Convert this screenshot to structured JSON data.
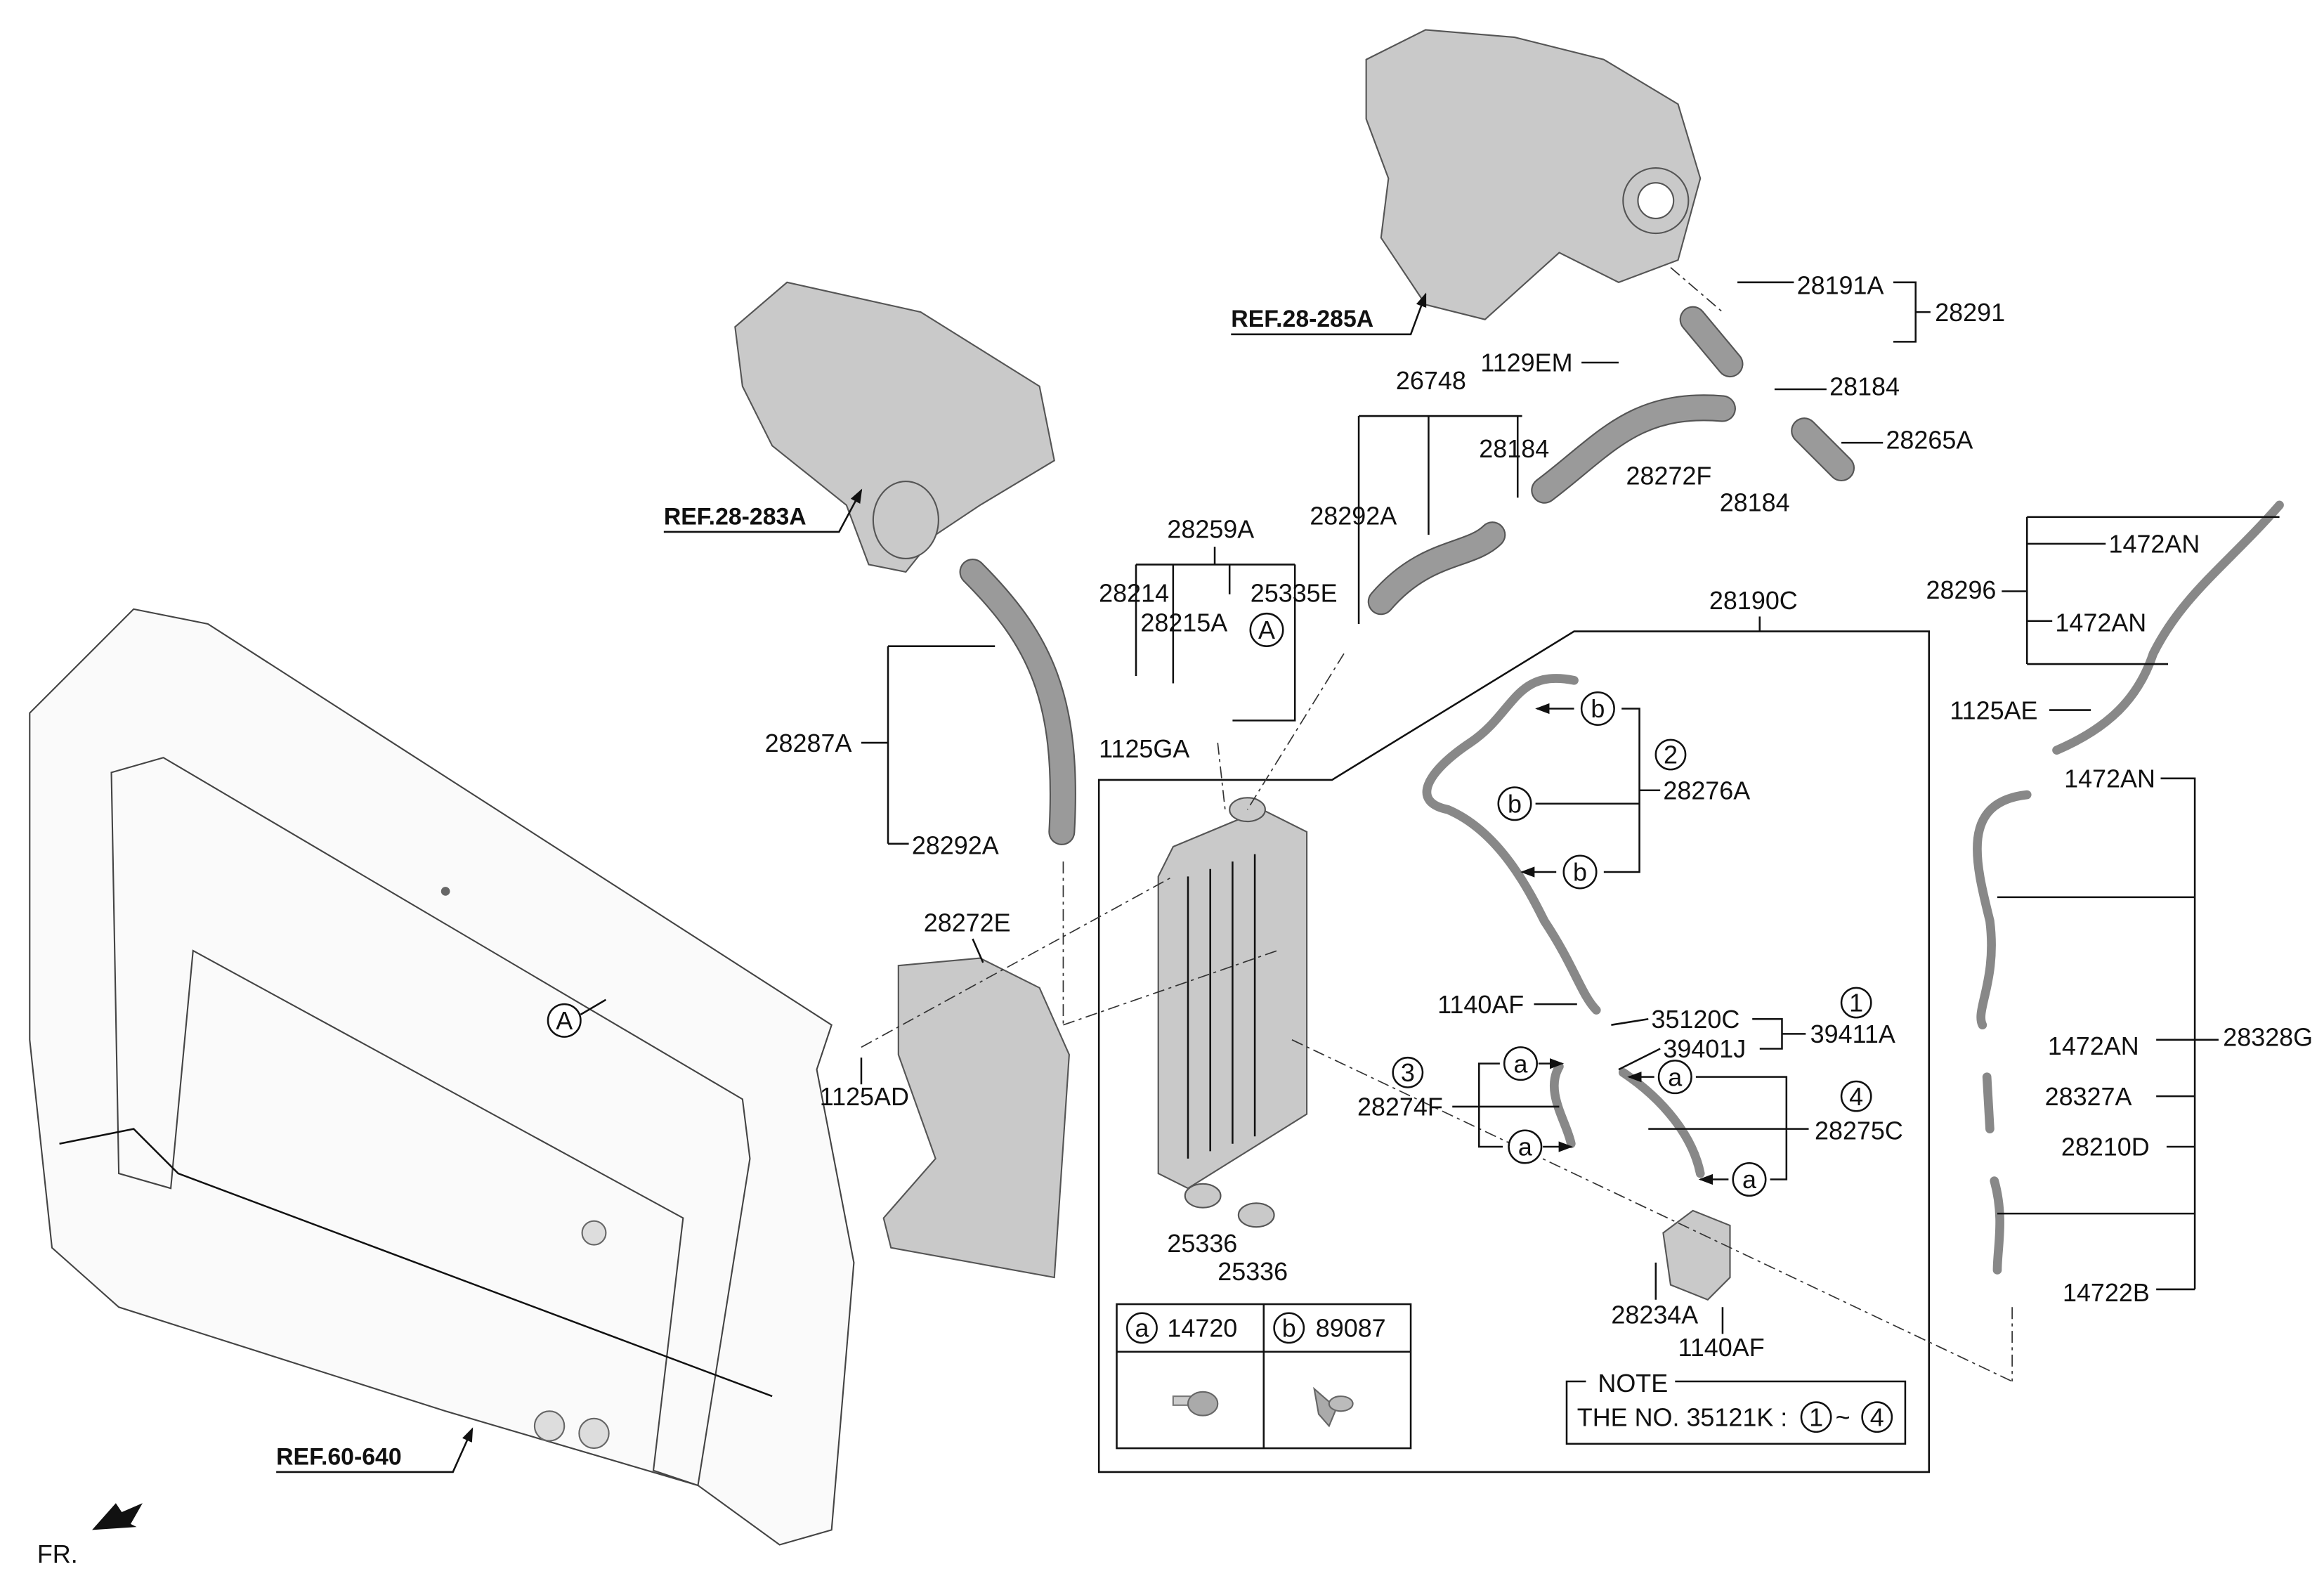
{
  "refs": {
    "turbo": "REF.28-285A",
    "manifold": "REF.28-283A",
    "carrier": "REF.60-640",
    "front": "FR."
  },
  "labels": {
    "l28191A": "28191A",
    "l28291": "28291",
    "l1129EM": "1129EM",
    "l26748": "26748",
    "l28184a": "28184",
    "l28184b": "28184",
    "l28184c": "28184",
    "l28265A": "28265A",
    "l28272F": "28272F",
    "l28259A": "28259A",
    "l28292Aa": "28292A",
    "l28292Ab": "28292A",
    "l1472ANa": "1472AN",
    "l1472ANb": "1472AN",
    "l1472ANc": "1472AN",
    "l1472ANd": "1472AN",
    "l28296": "28296",
    "l28214": "28214",
    "l25335E": "25335E",
    "l28215A": "28215A",
    "l28190C": "28190C",
    "l1125AE": "1125AE",
    "l28287A": "28287A",
    "l1125GA": "1125GA",
    "l28276A": "28276A",
    "l28272E": "28272E",
    "l1140AFa": "1140AF",
    "l1140AFb": "1140AF",
    "l35120C": "35120C",
    "l39411A": "39411A",
    "l39401J": "39401J",
    "l28328G": "28328G",
    "l1125AD": "1125AD",
    "l28274F": "28274F",
    "l28327A": "28327A",
    "l28275C": "28275C",
    "l28210D": "28210D",
    "l25336a": "25336",
    "l25336b": "25336",
    "l28234A": "28234A",
    "l14722B": "14722B"
  },
  "callouts": {
    "A": "A",
    "a": "a",
    "b": "b",
    "n1": "1",
    "n2": "2",
    "n3": "3",
    "n4": "4"
  },
  "legend": {
    "a_code": "14720",
    "b_code": "89087"
  },
  "note": {
    "title": "NOTE",
    "text": "THE NO. 35121K :",
    "tilde": "~"
  }
}
